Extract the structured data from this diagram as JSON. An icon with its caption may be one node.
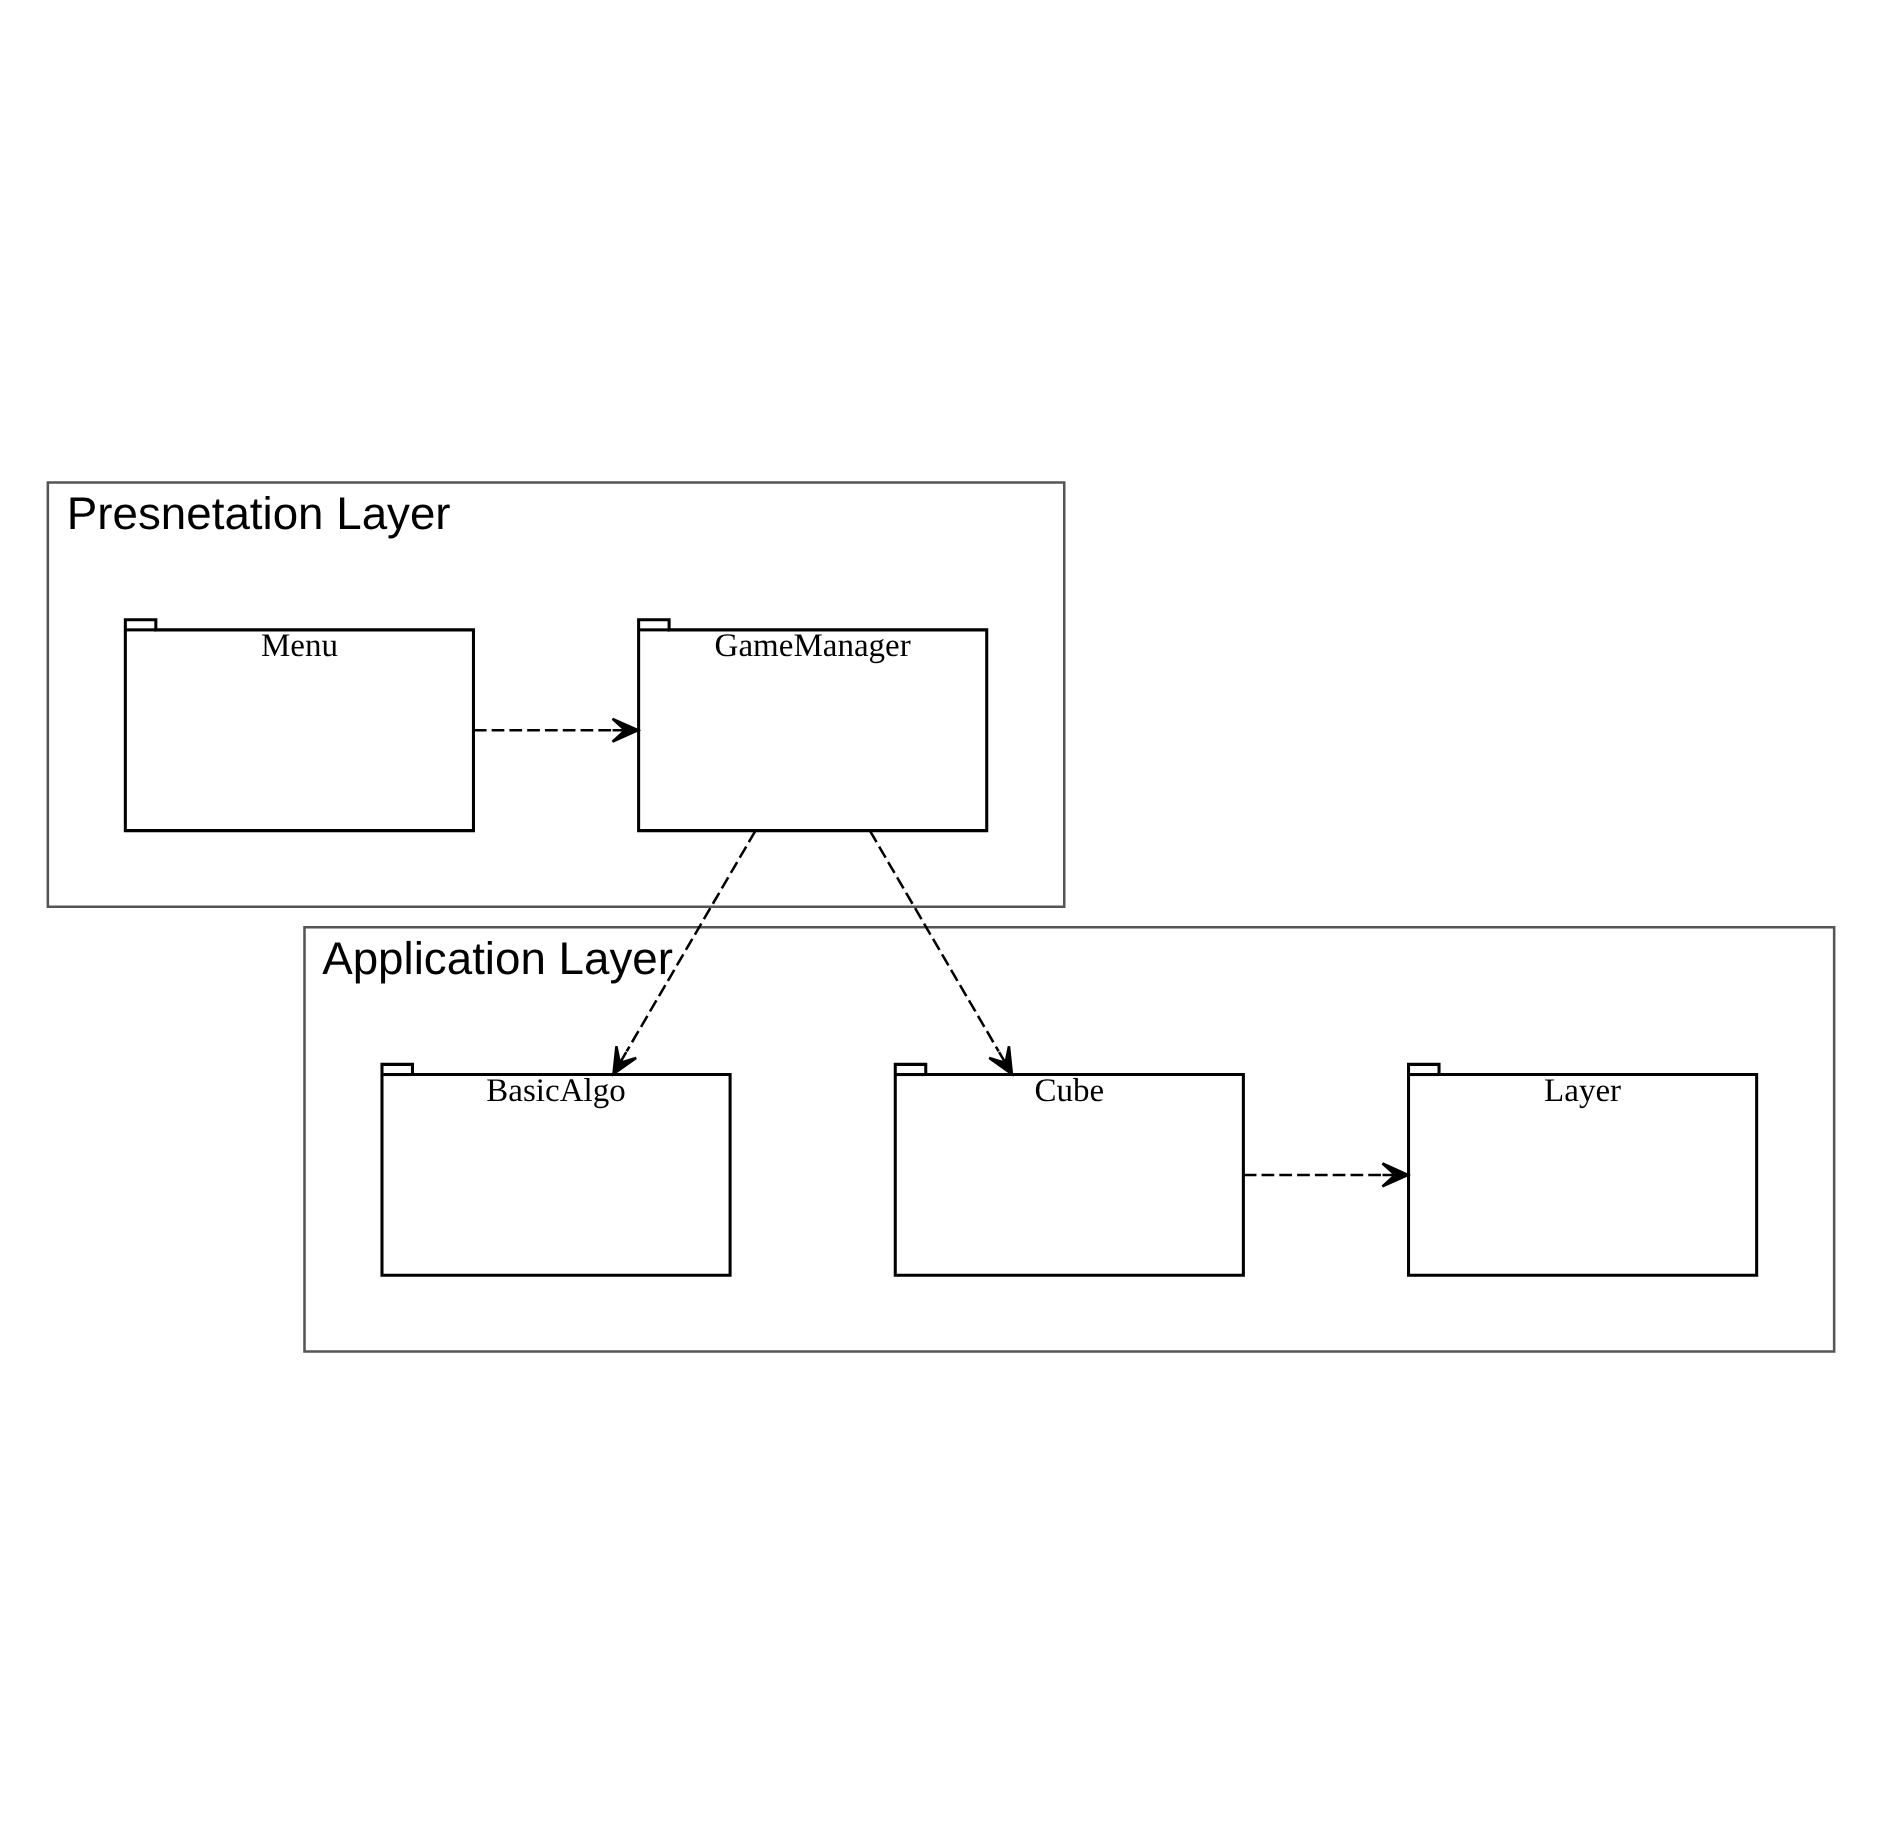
{
  "diagram": {
    "nodes": [
      {
        "text": [
          "Presnetation Layer"
        ]
      },
      {
        "text": [
          "Menu"
        ],
        "in": 0
      },
      {
        "text": [
          "GameManager"
        ],
        "in": 0
      },
      {
        "text": [
          "Application Layer"
        ]
      },
      {
        "text": [
          "Layer"
        ],
        "in": 3
      },
      {
        "text": [
          "Cube"
        ],
        "in": 3
      },
      {
        "text": [
          "BasicAlgo"
        ],
        "in": 3
      }
    ],
    "edges": [
      {
        "from": 1,
        "to": 2,
        "arrow": "to",
        "style": "dashed"
      },
      {
        "from": 2,
        "to": 5,
        "arrow": "to",
        "style": "dashed"
      },
      {
        "from": 2,
        "to": 6,
        "arrow": "to",
        "style": "dashed"
      },
      {
        "from": 5,
        "to": 4,
        "arrow": "to",
        "style": "dashed"
      }
    ]
  }
}
